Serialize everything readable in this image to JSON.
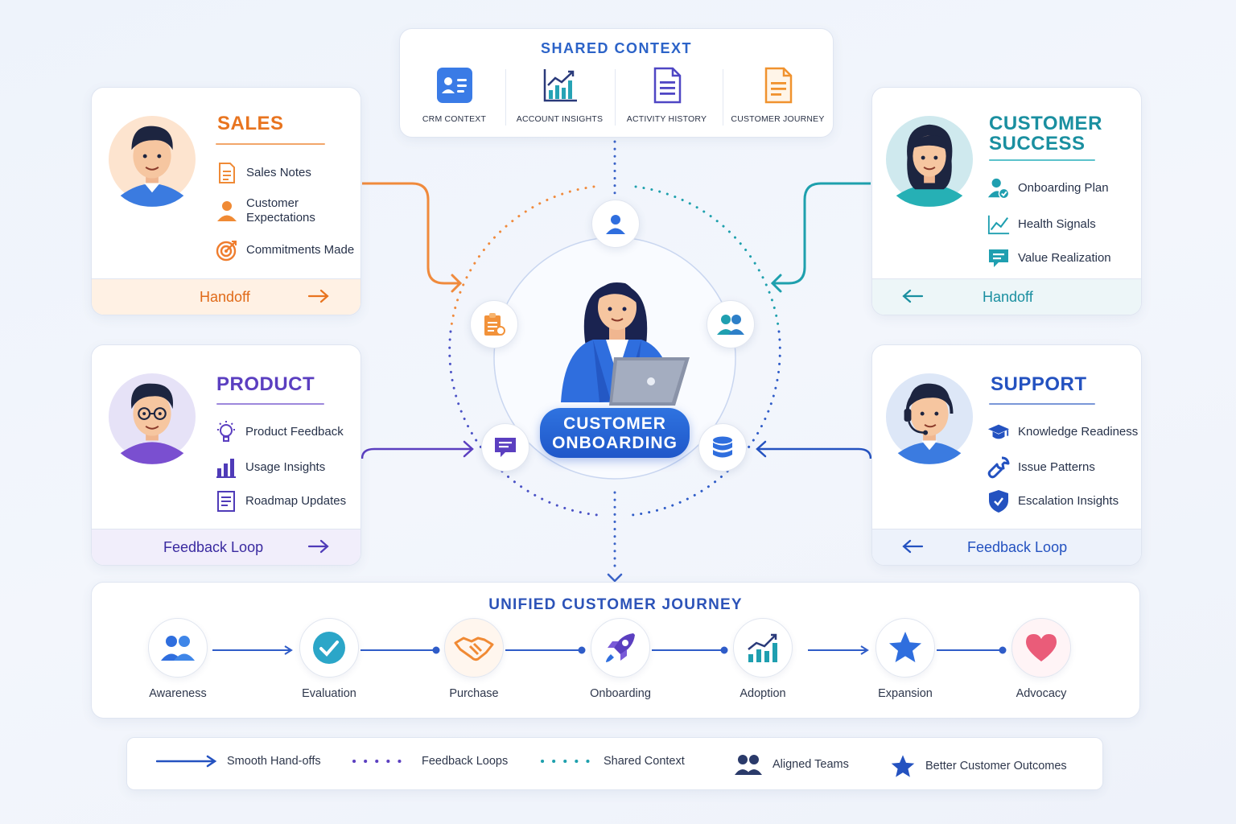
{
  "shared_context": {
    "title": "SHARED CONTEXT",
    "items": [
      {
        "label": "CRM CONTEXT",
        "icon": "contact-card-icon"
      },
      {
        "label": "ACCOUNT INSIGHTS",
        "icon": "bar-chart-icon"
      },
      {
        "label": "ACTIVITY HISTORY",
        "icon": "document-icon"
      },
      {
        "label": "CUSTOMER JOURNEY",
        "icon": "journey-document-icon"
      }
    ]
  },
  "center": {
    "label_line1": "CUSTOMER",
    "label_line2": "ONBOARDING"
  },
  "sales": {
    "title": "SALES",
    "items": [
      "Sales Notes",
      "Customer",
      "Expectations",
      "Commitments Made"
    ],
    "footer": "Handoff",
    "color": "#e8741f"
  },
  "customer_success": {
    "title_line1": "CUSTOMER",
    "title_line2": "SUCCESS",
    "items": [
      "Onboarding Plan",
      "Health Signals",
      "Value Realization"
    ],
    "footer": "Handoff",
    "color": "#1a9aab"
  },
  "product": {
    "title": "PRODUCT",
    "items": [
      "Product Feedback",
      "Usage Insights",
      "Roadmap Updates"
    ],
    "footer": "Feedback Loop",
    "color": "#5b3fc0"
  },
  "support": {
    "title": "SUPPORT",
    "items": [
      "Knowledge Readiness",
      "Issue Patterns",
      "Escalation Insights"
    ],
    "footer": "Feedback Loop",
    "color": "#2452c0"
  },
  "journey": {
    "title": "UNIFIED CUSTOMER JOURNEY",
    "stages": [
      "Awareness",
      "Evaluation",
      "Purchase",
      "Onboarding",
      "Adoption",
      "Expansion",
      "Advocacy"
    ]
  },
  "legend": {
    "items": [
      "Smooth Hand-offs",
      "Feedback Loops",
      "Shared Context",
      "Aligned Teams",
      "Better Customer Outcomes"
    ]
  }
}
